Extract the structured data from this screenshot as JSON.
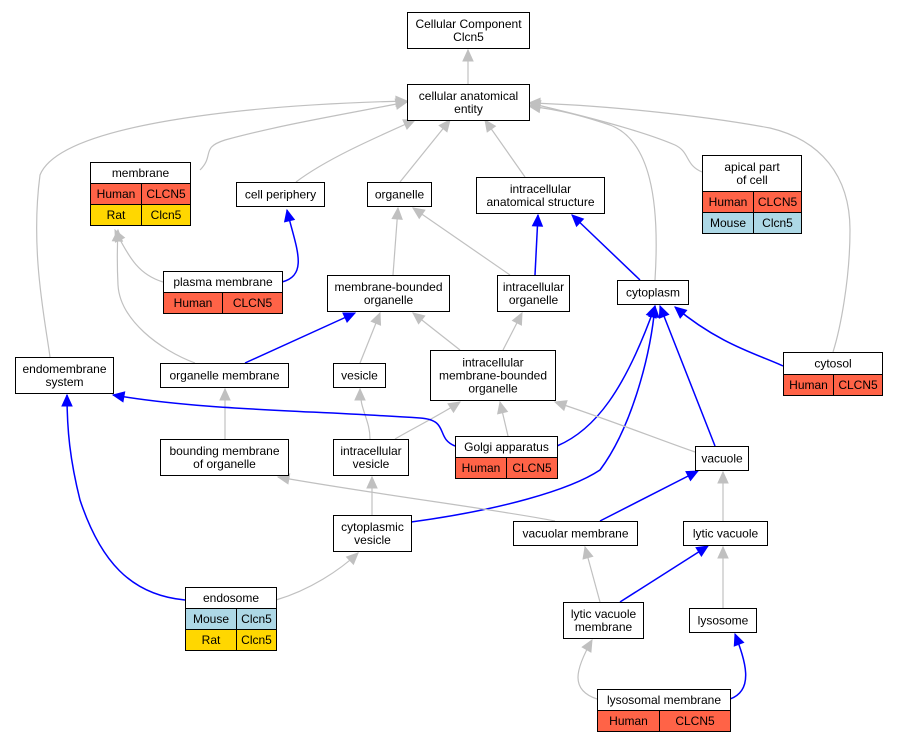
{
  "colors": {
    "Human": "#ff6347",
    "Mouse": "#add8e6",
    "Rat": "#ffd700",
    "is_a_edge": "#c0c0c0",
    "part_of_edge": "#0000ff"
  },
  "nodes": {
    "root": {
      "lines": [
        "Cellular Component",
        "Clcn5"
      ],
      "ann": []
    },
    "cae": {
      "lines": [
        "cellular anatomical",
        "entity"
      ],
      "ann": []
    },
    "membrane": {
      "lines": [
        "membrane"
      ],
      "ann": [
        [
          "Human",
          "CLCN5"
        ],
        [
          "Rat",
          "Clcn5"
        ]
      ]
    },
    "cellper": {
      "lines": [
        "cell periphery"
      ],
      "ann": []
    },
    "organelle": {
      "lines": [
        "organelle"
      ],
      "ann": []
    },
    "ias": {
      "lines": [
        "intracellular",
        "anatomical structure"
      ],
      "ann": []
    },
    "apical": {
      "lines": [
        "apical part",
        "of cell"
      ],
      "ann": [
        [
          "Human",
          "CLCN5"
        ],
        [
          "Mouse",
          "Clcn5"
        ]
      ]
    },
    "plasma": {
      "lines": [
        "plasma membrane"
      ],
      "ann": [
        [
          "Human",
          "CLCN5"
        ]
      ]
    },
    "mbo": {
      "lines": [
        "membrane-bounded",
        "organelle"
      ],
      "ann": []
    },
    "io": {
      "lines": [
        "intracellular",
        "organelle"
      ],
      "ann": []
    },
    "cytoplasm": {
      "lines": [
        "cytoplasm"
      ],
      "ann": []
    },
    "endomem": {
      "lines": [
        "endomembrane",
        "system"
      ],
      "ann": []
    },
    "orgmem": {
      "lines": [
        "organelle membrane"
      ],
      "ann": []
    },
    "vesicle": {
      "lines": [
        "vesicle"
      ],
      "ann": []
    },
    "imbo": {
      "lines": [
        "intracellular",
        "membrane-bounded",
        "organelle"
      ],
      "ann": []
    },
    "cytosol": {
      "lines": [
        "cytosol"
      ],
      "ann": [
        [
          "Human",
          "CLCN5"
        ]
      ]
    },
    "bmo": {
      "lines": [
        "bounding membrane",
        "of organelle"
      ],
      "ann": []
    },
    "iv": {
      "lines": [
        "intracellular",
        "vesicle"
      ],
      "ann": []
    },
    "golgi": {
      "lines": [
        "Golgi apparatus"
      ],
      "ann": [
        [
          "Human",
          "CLCN5"
        ]
      ]
    },
    "vacuole": {
      "lines": [
        "vacuole"
      ],
      "ann": []
    },
    "cytves": {
      "lines": [
        "cytoplasmic",
        "vesicle"
      ],
      "ann": []
    },
    "vacmem": {
      "lines": [
        "vacuolar membrane"
      ],
      "ann": []
    },
    "lytvac": {
      "lines": [
        "lytic vacuole"
      ],
      "ann": []
    },
    "endosome": {
      "lines": [
        "endosome"
      ],
      "ann": [
        [
          "Mouse",
          "Clcn5"
        ],
        [
          "Rat",
          "Clcn5"
        ]
      ]
    },
    "lvm": {
      "lines": [
        "lytic vacuole",
        "membrane"
      ],
      "ann": []
    },
    "lysosome": {
      "lines": [
        "lysosome"
      ],
      "ann": []
    },
    "lysmem": {
      "lines": [
        "lysosomal membrane"
      ],
      "ann": [
        [
          "Human",
          "CLCN5"
        ]
      ]
    }
  },
  "edges": [
    {
      "from": "cae",
      "to": "root",
      "type": "is_a"
    },
    {
      "from": "membrane",
      "to": "cae",
      "type": "is_a"
    },
    {
      "from": "cellper",
      "to": "cae",
      "type": "is_a"
    },
    {
      "from": "organelle",
      "to": "cae",
      "type": "is_a"
    },
    {
      "from": "ias",
      "to": "cae",
      "type": "is_a"
    },
    {
      "from": "apical",
      "to": "cae",
      "type": "is_a"
    },
    {
      "from": "endomem",
      "to": "cae",
      "type": "is_a"
    },
    {
      "from": "cytoplasm",
      "to": "cae",
      "type": "is_a"
    },
    {
      "from": "cytosol",
      "to": "cae",
      "type": "is_a"
    },
    {
      "from": "plasma",
      "to": "membrane",
      "type": "is_a"
    },
    {
      "from": "orgmem",
      "to": "membrane",
      "type": "is_a"
    },
    {
      "from": "plasma",
      "to": "cellper",
      "type": "part_of"
    },
    {
      "from": "mbo",
      "to": "organelle",
      "type": "is_a"
    },
    {
      "from": "io",
      "to": "organelle",
      "type": "is_a"
    },
    {
      "from": "io",
      "to": "ias",
      "type": "part_of"
    },
    {
      "from": "cytoplasm",
      "to": "ias",
      "type": "part_of"
    },
    {
      "from": "orgmem",
      "to": "mbo",
      "type": "part_of"
    },
    {
      "from": "vesicle",
      "to": "mbo",
      "type": "is_a"
    },
    {
      "from": "imbo",
      "to": "mbo",
      "type": "is_a"
    },
    {
      "from": "imbo",
      "to": "io",
      "type": "is_a"
    },
    {
      "from": "cytosol",
      "to": "cytoplasm",
      "type": "part_of"
    },
    {
      "from": "golgi",
      "to": "cytoplasm",
      "type": "part_of"
    },
    {
      "from": "vacuole",
      "to": "cytoplasm",
      "type": "part_of"
    },
    {
      "from": "cytves",
      "to": "cytoplasm",
      "type": "part_of"
    },
    {
      "from": "bmo",
      "to": "orgmem",
      "type": "is_a"
    },
    {
      "from": "iv",
      "to": "vesicle",
      "type": "is_a"
    },
    {
      "from": "iv",
      "to": "imbo",
      "type": "is_a"
    },
    {
      "from": "golgi",
      "to": "imbo",
      "type": "is_a"
    },
    {
      "from": "vacuole",
      "to": "imbo",
      "type": "is_a"
    },
    {
      "from": "golgi",
      "to": "endomem",
      "type": "part_of"
    },
    {
      "from": "cytves",
      "to": "iv",
      "type": "is_a"
    },
    {
      "from": "vacmem",
      "to": "bmo",
      "type": "is_a"
    },
    {
      "from": "vacmem",
      "to": "vacuole",
      "type": "part_of"
    },
    {
      "from": "lytvac",
      "to": "vacuole",
      "type": "is_a"
    },
    {
      "from": "endosome",
      "to": "endomem",
      "type": "part_of"
    },
    {
      "from": "endosome",
      "to": "cytves",
      "type": "is_a"
    },
    {
      "from": "lvm",
      "to": "vacmem",
      "type": "is_a"
    },
    {
      "from": "lvm",
      "to": "lytvac",
      "type": "part_of"
    },
    {
      "from": "lysosome",
      "to": "lytvac",
      "type": "is_a"
    },
    {
      "from": "lysmem",
      "to": "lvm",
      "type": "is_a"
    },
    {
      "from": "lysmem",
      "to": "lysosome",
      "type": "part_of"
    }
  ]
}
